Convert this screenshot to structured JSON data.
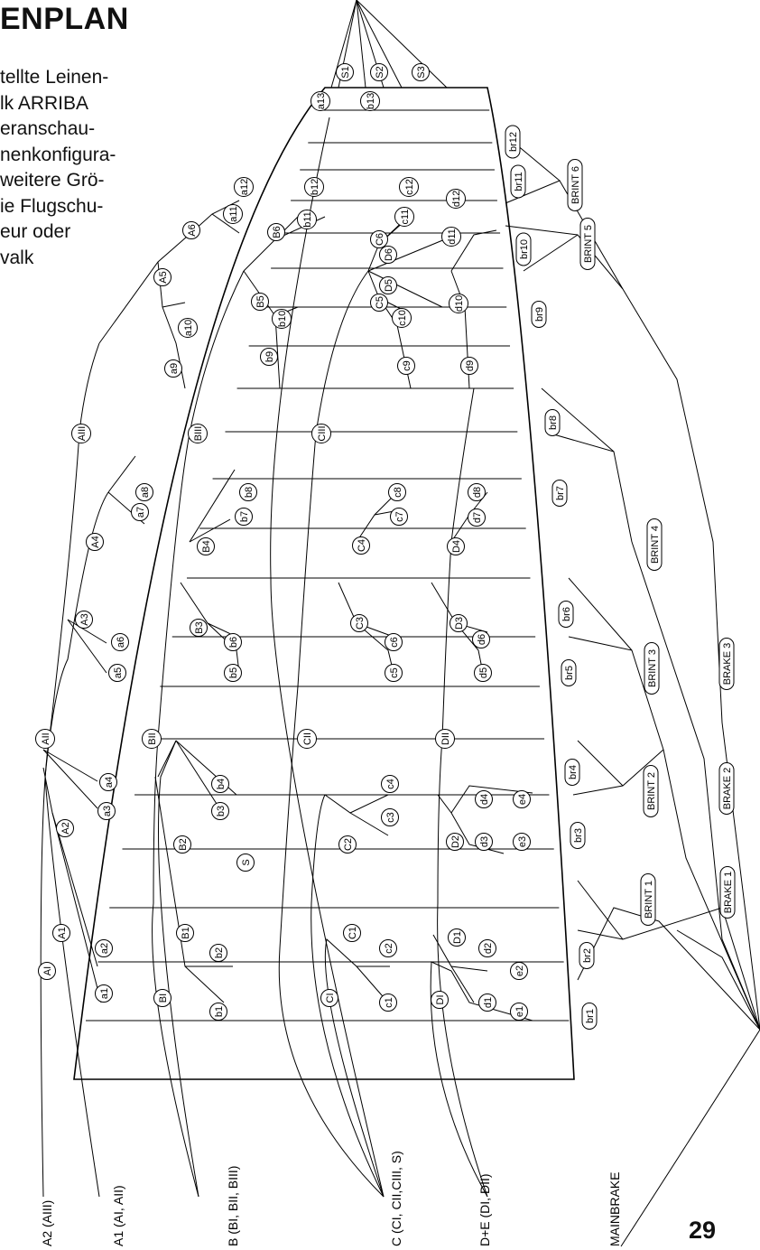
{
  "page": {
    "title": "ENPLAN",
    "intro_lines": [
      "tellte Leinen-",
      "lk ARRIBA",
      "eranschau-",
      "nenkonfigura-",
      "weitere Grö-",
      "ie Flugschu-",
      "eur oder",
      "valk"
    ],
    "page_number": "29"
  },
  "diagram": {
    "group_labels": [
      "A2 (AIII)",
      "A1 (AI, AII)",
      "B (BI, BII, BIII)",
      "C (CI, CII,CIII, S)",
      "D+E (DI, DII)",
      "MAINBRAKE"
    ],
    "round_labels": [
      "S1",
      "S2",
      "S3",
      "a13",
      "b13",
      "a12",
      "b12",
      "c12",
      "d12",
      "a11",
      "b11",
      "c11",
      "d11",
      "A6",
      "B6",
      "C6",
      "D6",
      "D5",
      "A5",
      "B5",
      "C5",
      "a10",
      "b10",
      "c10",
      "d10",
      "a9",
      "b9",
      "c9",
      "d9",
      "AIII",
      "BIII",
      "CIII",
      "a8",
      "b8",
      "c8",
      "d8",
      "a7",
      "b7",
      "c7",
      "d7",
      "A4",
      "B4",
      "C4",
      "D4",
      "A3",
      "B3",
      "C3",
      "D3",
      "a6",
      "b6",
      "c6",
      "d6",
      "a5",
      "b5",
      "c5",
      "d5",
      "AII",
      "BII",
      "CII",
      "DII",
      "a4",
      "b4",
      "c4",
      "d4",
      "e4",
      "a3",
      "b3",
      "c3",
      "d3",
      "e3",
      "A2",
      "B2",
      "C2",
      "D2",
      "S",
      "A1",
      "B1",
      "C1",
      "D1",
      "a2",
      "b2",
      "c2",
      "d2",
      "e2",
      "AI",
      "BI",
      "CI",
      "DI",
      "a1",
      "b1",
      "c1",
      "d1",
      "e1"
    ],
    "box_labels": [
      "br12",
      "br11",
      "br10",
      "br9",
      "br8",
      "br7",
      "br6",
      "br5",
      "br4",
      "br3",
      "br2",
      "br1",
      "BRINT 6",
      "BRINT 5",
      "BRINT 4",
      "BRINT 3",
      "BRINT 2",
      "BRINT 1",
      "BRAKE 3",
      "BRAKE 2",
      "BRAKE 1"
    ]
  }
}
